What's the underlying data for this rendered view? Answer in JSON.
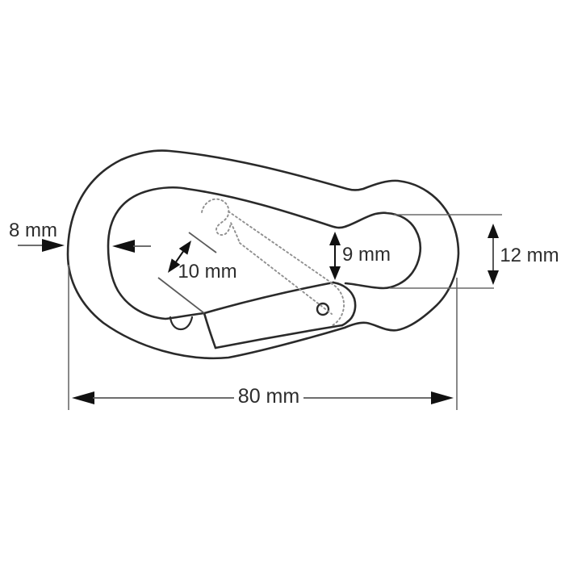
{
  "figure": {
    "type": "technical-dimension-drawing",
    "subject": "carabiner snap hook",
    "background_color": "#ffffff",
    "outline_color": "#2a2a2a",
    "dotted_color": "#909090",
    "dimension_line_color": "#5a5a5a",
    "arrowhead_color": "#111111",
    "text_color": "#2d2d2d",
    "dimensions": {
      "material_thickness": {
        "label": "8 mm",
        "value": 8,
        "unit": "mm"
      },
      "gate_width": {
        "label": "10 mm",
        "value": 10,
        "unit": "mm"
      },
      "eye_inner_height": {
        "label": "9 mm",
        "value": 9,
        "unit": "mm"
      },
      "eye_opening_height": {
        "label": "12 mm",
        "value": 12,
        "unit": "mm"
      },
      "overall_length": {
        "label": "80 mm",
        "value": 80,
        "unit": "mm"
      }
    }
  }
}
